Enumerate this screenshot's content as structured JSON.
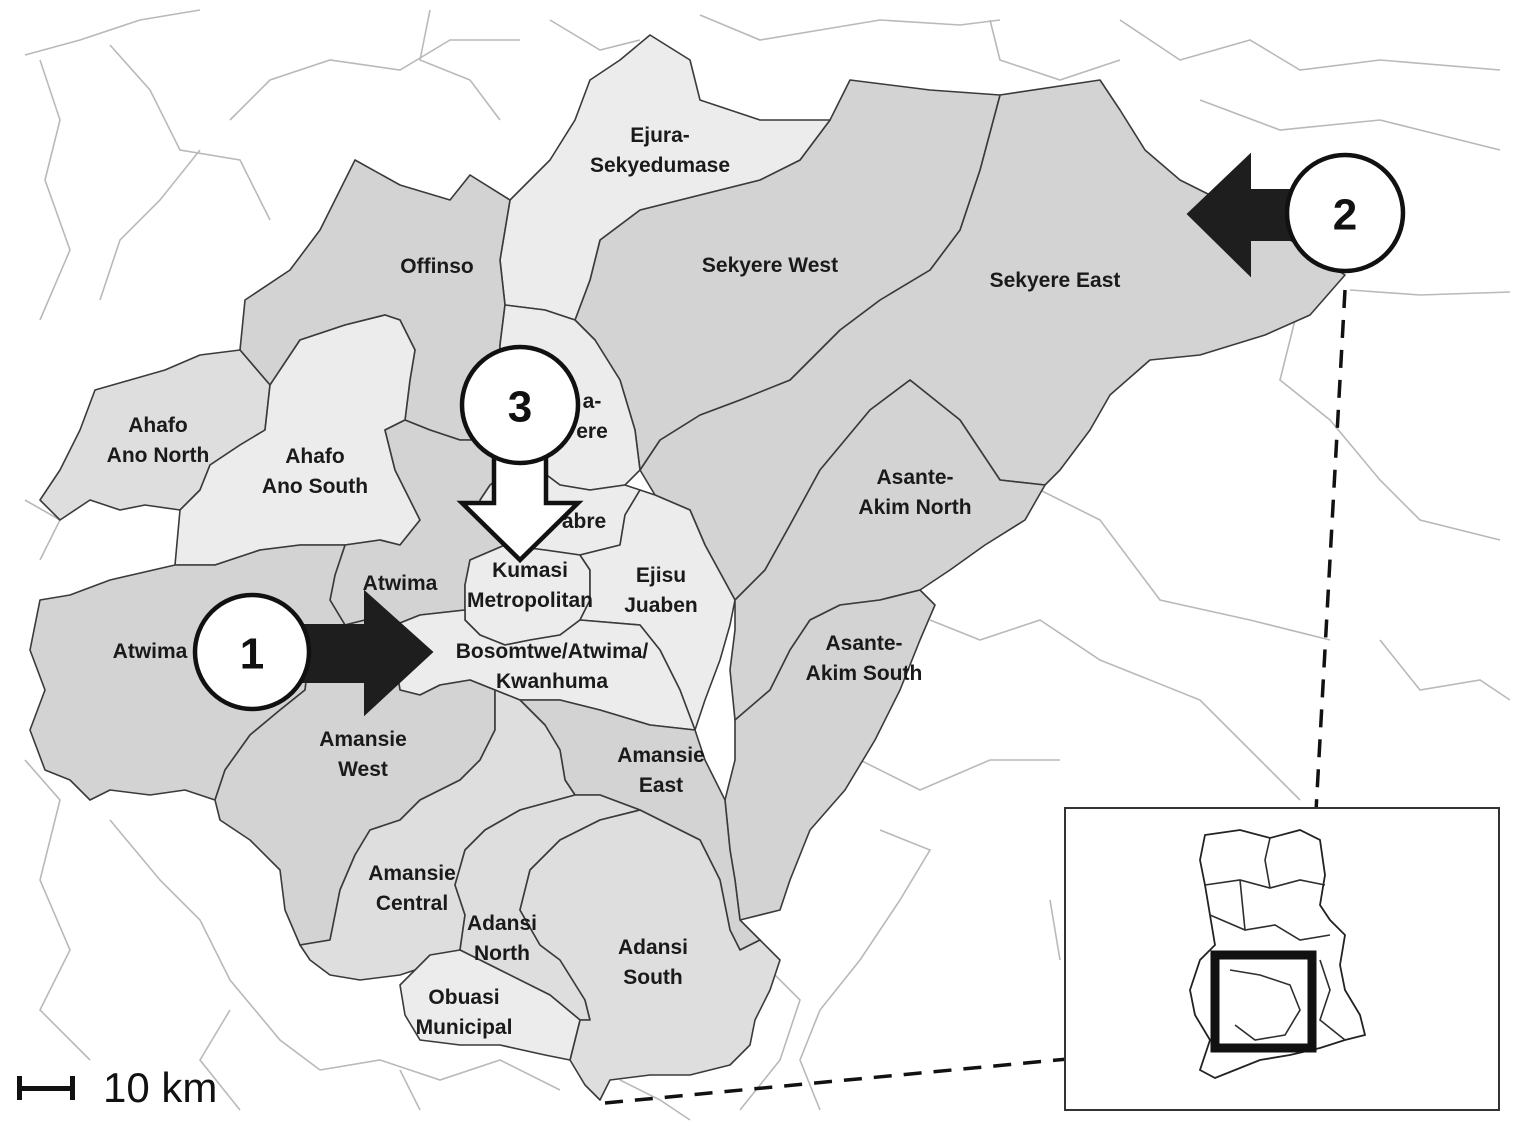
{
  "districts": {
    "ejura": [
      "Ejura-",
      "Sekyedumase"
    ],
    "offinso": [
      "Offinso"
    ],
    "sekyere_west": [
      "Sekyere West"
    ],
    "sekyere_east": [
      "Sekyere East"
    ],
    "ahafo_north": [
      "Ahafo",
      "Ano North"
    ],
    "ahafo_south": [
      "Ahafo",
      "Ano South"
    ],
    "kwabre_partial": [
      "a-",
      "ere"
    ],
    "kwabre": [
      "abre"
    ],
    "atwima": [
      "Atwima"
    ],
    "kumasi": [
      "Kumasi",
      "Metropolitan"
    ],
    "ejisu": [
      "Ejisu",
      "Juaben"
    ],
    "atwima_west": [
      "Atwima"
    ],
    "bosomtwe": [
      "Bosomtwe/Atwima/",
      "Kwanhuma"
    ],
    "asante_akim_north": [
      "Asante-",
      "Akim North"
    ],
    "asante_akim_south": [
      "Asante-",
      "Akim South"
    ],
    "amansie_west": [
      "Amansie",
      "West"
    ],
    "amansie_east": [
      "Amansie",
      "East"
    ],
    "amansie_central": [
      "Amansie",
      "Central"
    ],
    "adansi_north": [
      "Adansi",
      "North"
    ],
    "adansi_south": [
      "Adansi",
      "South"
    ],
    "obuasi": [
      "Obuasi",
      "Municipal"
    ]
  },
  "markers": [
    "1",
    "2",
    "3"
  ],
  "scale_bar": {
    "label": "10 km"
  },
  "colors": {
    "region_dark": "#d3d3d3",
    "region_mid": "#dedede",
    "region_light": "#ececec",
    "border": "#2e2e2e",
    "background_lines": "#b9b9b9",
    "arrow_fill": "#1e1e1e"
  }
}
